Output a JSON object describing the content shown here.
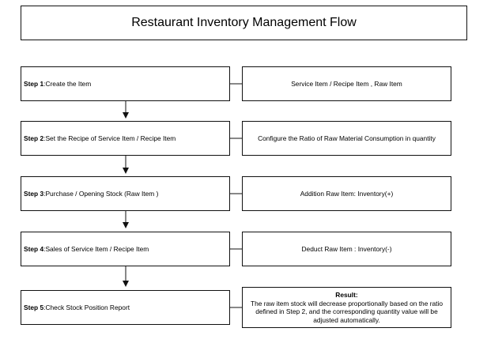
{
  "title": "Restaurant Inventory Management Flow",
  "steps": [
    {
      "label": "Step 1",
      "sep": " : ",
      "text": "Create the Item",
      "detail": "Service Item / Recipe Item , Raw Item"
    },
    {
      "label": "Step 2",
      "sep": " : ",
      "text": "Set the Recipe of Service Item / Recipe Item",
      "detail": "Configure the Ratio of Raw Material Consumption in quantity"
    },
    {
      "label": "Step 3",
      "sep": " : ",
      "text": "Purchase / Opening Stock (Raw Item )",
      "detail": "Addition Raw Item: Inventory(+)"
    },
    {
      "label": "Step 4",
      "sep": " : ",
      "text": "Sales of Service Item / Recipe Item",
      "detail": "Deduct Raw Item : Inventory(-)"
    },
    {
      "label": "Step 5",
      "sep": " : ",
      "text": "Check Stock Position Report",
      "detail_head": "Result:",
      "detail": "The raw item stock will decrease proportionally based on the ratio defined in Step 2, and the corresponding quantity value will be adjusted automatically."
    }
  ]
}
